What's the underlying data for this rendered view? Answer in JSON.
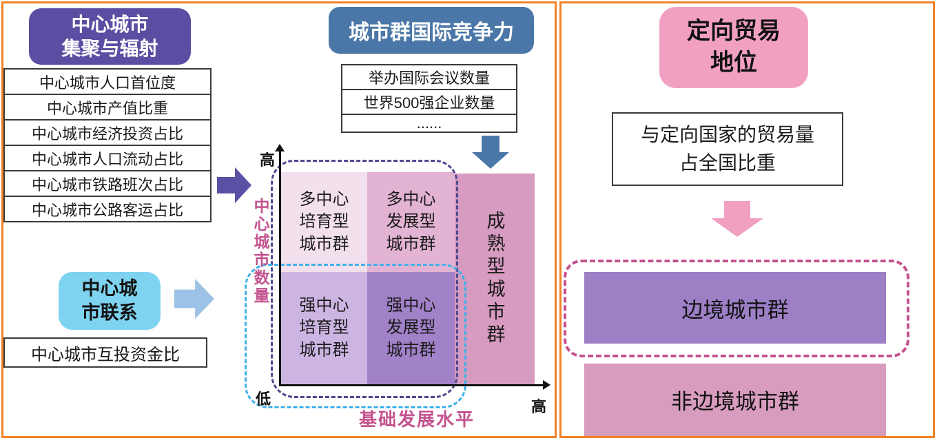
{
  "left_panel": {
    "agglomeration": {
      "title": "中心城市\n集聚与辐射",
      "indicators": [
        "中心城市人口首位度",
        "中心城市产值比重",
        "中心城市经济投资占比",
        "中心城市人口流动占比",
        "中心城市铁路班次占比",
        "中心城市公路客运占比"
      ]
    },
    "linkage": {
      "title": "中心城\n市联系",
      "indicator": "中心城市互投资金比"
    },
    "competitiveness": {
      "title": "城市群国际竞争力",
      "indicators": [
        "举办国际会议数量",
        "世界500强企业数量",
        "......"
      ]
    },
    "matrix": {
      "y_axis_label": "中心城市数量",
      "x_axis_label": "基础发展水平",
      "y_high": "高",
      "y_low": "低",
      "x_high": "高",
      "quadrant_top_left": "多中心\n培育型\n城市群",
      "quadrant_top_right": "多中心\n发展型\n城市群",
      "quadrant_bottom_left": "强中心\n培育型\n城市群",
      "quadrant_bottom_right": "强中心\n发展型\n城市群",
      "mature_column": "成熟型城市群"
    }
  },
  "right_panel": {
    "title": "定向贸易\n地位",
    "indicator": "与定向国家的贸易量\n占全国比重",
    "border_group": "边境城市群",
    "non_border_group": "非边境城市群"
  },
  "colors": {
    "panel_border_orange": "#f08224",
    "header_purple": "#5b4ea2",
    "header_steel_blue": "#4a77a7",
    "header_sky_blue": "#7ed3f0",
    "header_pink": "#f2a0c2",
    "arrow_purple": "#5a50a4",
    "arrow_light_blue": "#9cc3e6",
    "axis_label_magenta": "#c4538f",
    "quadrant_top_left": "#f2e0ec",
    "quadrant_top_right": "#e2b3d2",
    "quadrant_bottom_left": "#ccb5e3",
    "quadrant_bottom_right": "#a181c8",
    "mature_column_pink": "#d79ac0",
    "border_group_purple": "#9d7fc6",
    "non_border_group_pink": "#d89cbe",
    "dashed_purple": "#4c4890",
    "dashed_cyan": "#3fb0ea",
    "dashed_magenta": "#c5518e"
  }
}
